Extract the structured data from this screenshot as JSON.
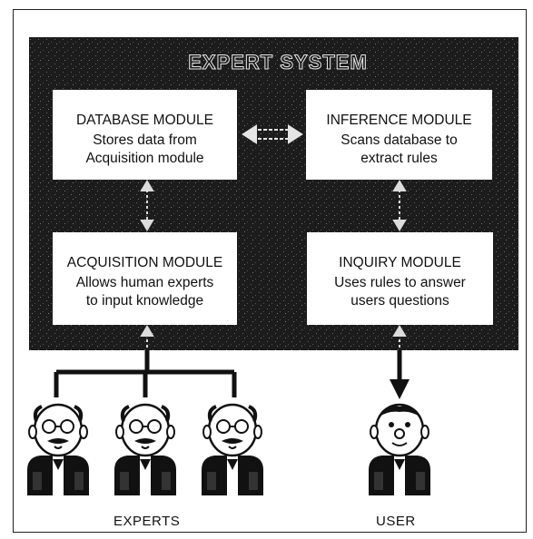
{
  "system_title": "EXPERT SYSTEM",
  "modules": {
    "database": {
      "title": "DATABASE MODULE",
      "line1": "Stores data from",
      "line2": "Acquisition module"
    },
    "inference": {
      "title": "INFERENCE MODULE",
      "line1": "Scans database to",
      "line2": "extract rules"
    },
    "acquisition": {
      "title": "ACQUISITION MODULE",
      "line1": "Allows human experts",
      "line2": "to input knowledge"
    },
    "inquiry": {
      "title": "INQUIRY MODULE",
      "line1": "Uses rules to answer",
      "line2": "users questions"
    }
  },
  "labels": {
    "experts": "EXPERTS",
    "user": "USER"
  },
  "colors": {
    "system_box": "#1c1c1c",
    "module_box": "#ffffff",
    "line": "#111111"
  }
}
